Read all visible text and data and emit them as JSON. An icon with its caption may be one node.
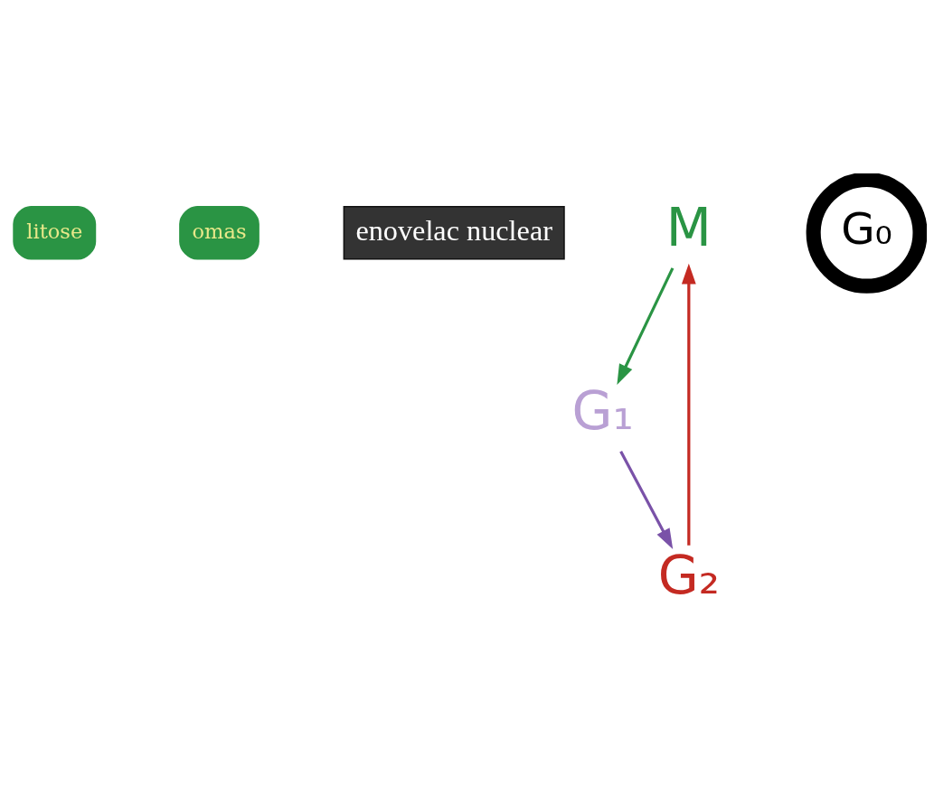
{
  "diagram": {
    "nodes": [
      {
        "text": [
          "litose"
        ]
      },
      {
        "text": [
          "omas"
        ]
      },
      {
        "text": [
          "enovelac nuclear"
        ]
      },
      {
        "text": [
          "M"
        ]
      },
      {
        "text": [
          "G₀"
        ]
      },
      {
        "text": [
          "G₁"
        ]
      },
      {
        "text": [
          "G₂"
        ]
      }
    ],
    "edges": [
      {
        "from": 3,
        "to": 5,
        "arrow": "to",
        "color": "#2a9444"
      },
      {
        "from": 5,
        "to": 6,
        "arrow": "to",
        "color": "#7a52a8"
      },
      {
        "from": 6,
        "to": 3,
        "arrow": "to",
        "color": "#c42a22"
      }
    ]
  }
}
